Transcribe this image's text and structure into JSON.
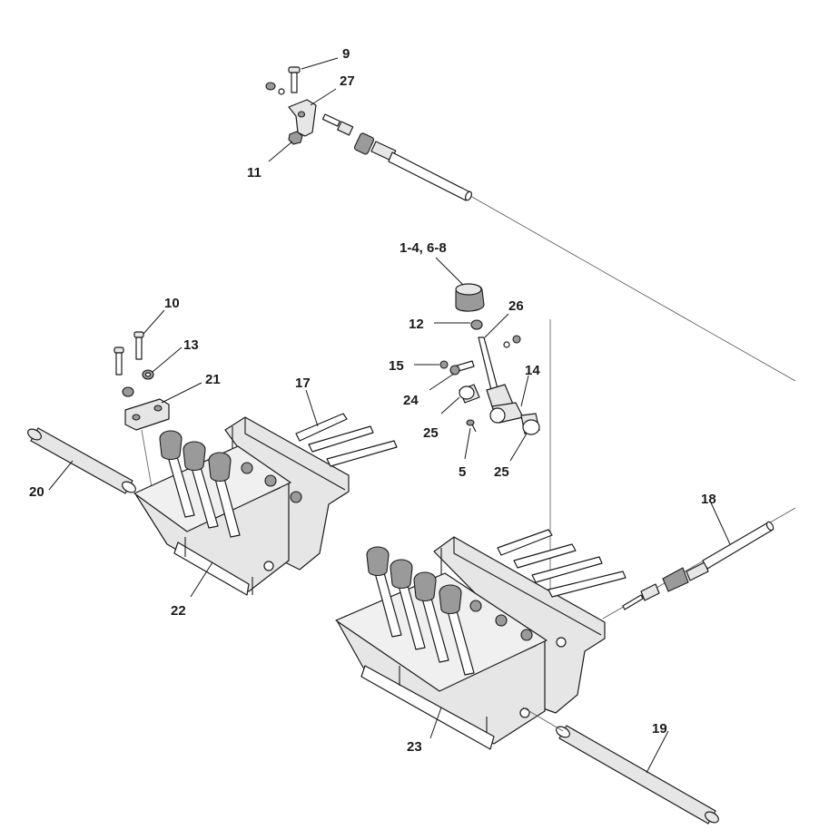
{
  "callouts": {
    "c9": "9",
    "c27": "27",
    "c11": "11",
    "c1_4_6_8": "1-4, 6-8",
    "c26": "26",
    "c12": "12",
    "c10": "10",
    "c13": "13",
    "c21": "21",
    "c17": "17",
    "c15": "15",
    "c14": "14",
    "c24": "24",
    "c25a": "25",
    "c25b": "25",
    "c5": "5",
    "c20": "20",
    "c18": "18",
    "c22": "22",
    "c23": "23",
    "c19": "19"
  }
}
